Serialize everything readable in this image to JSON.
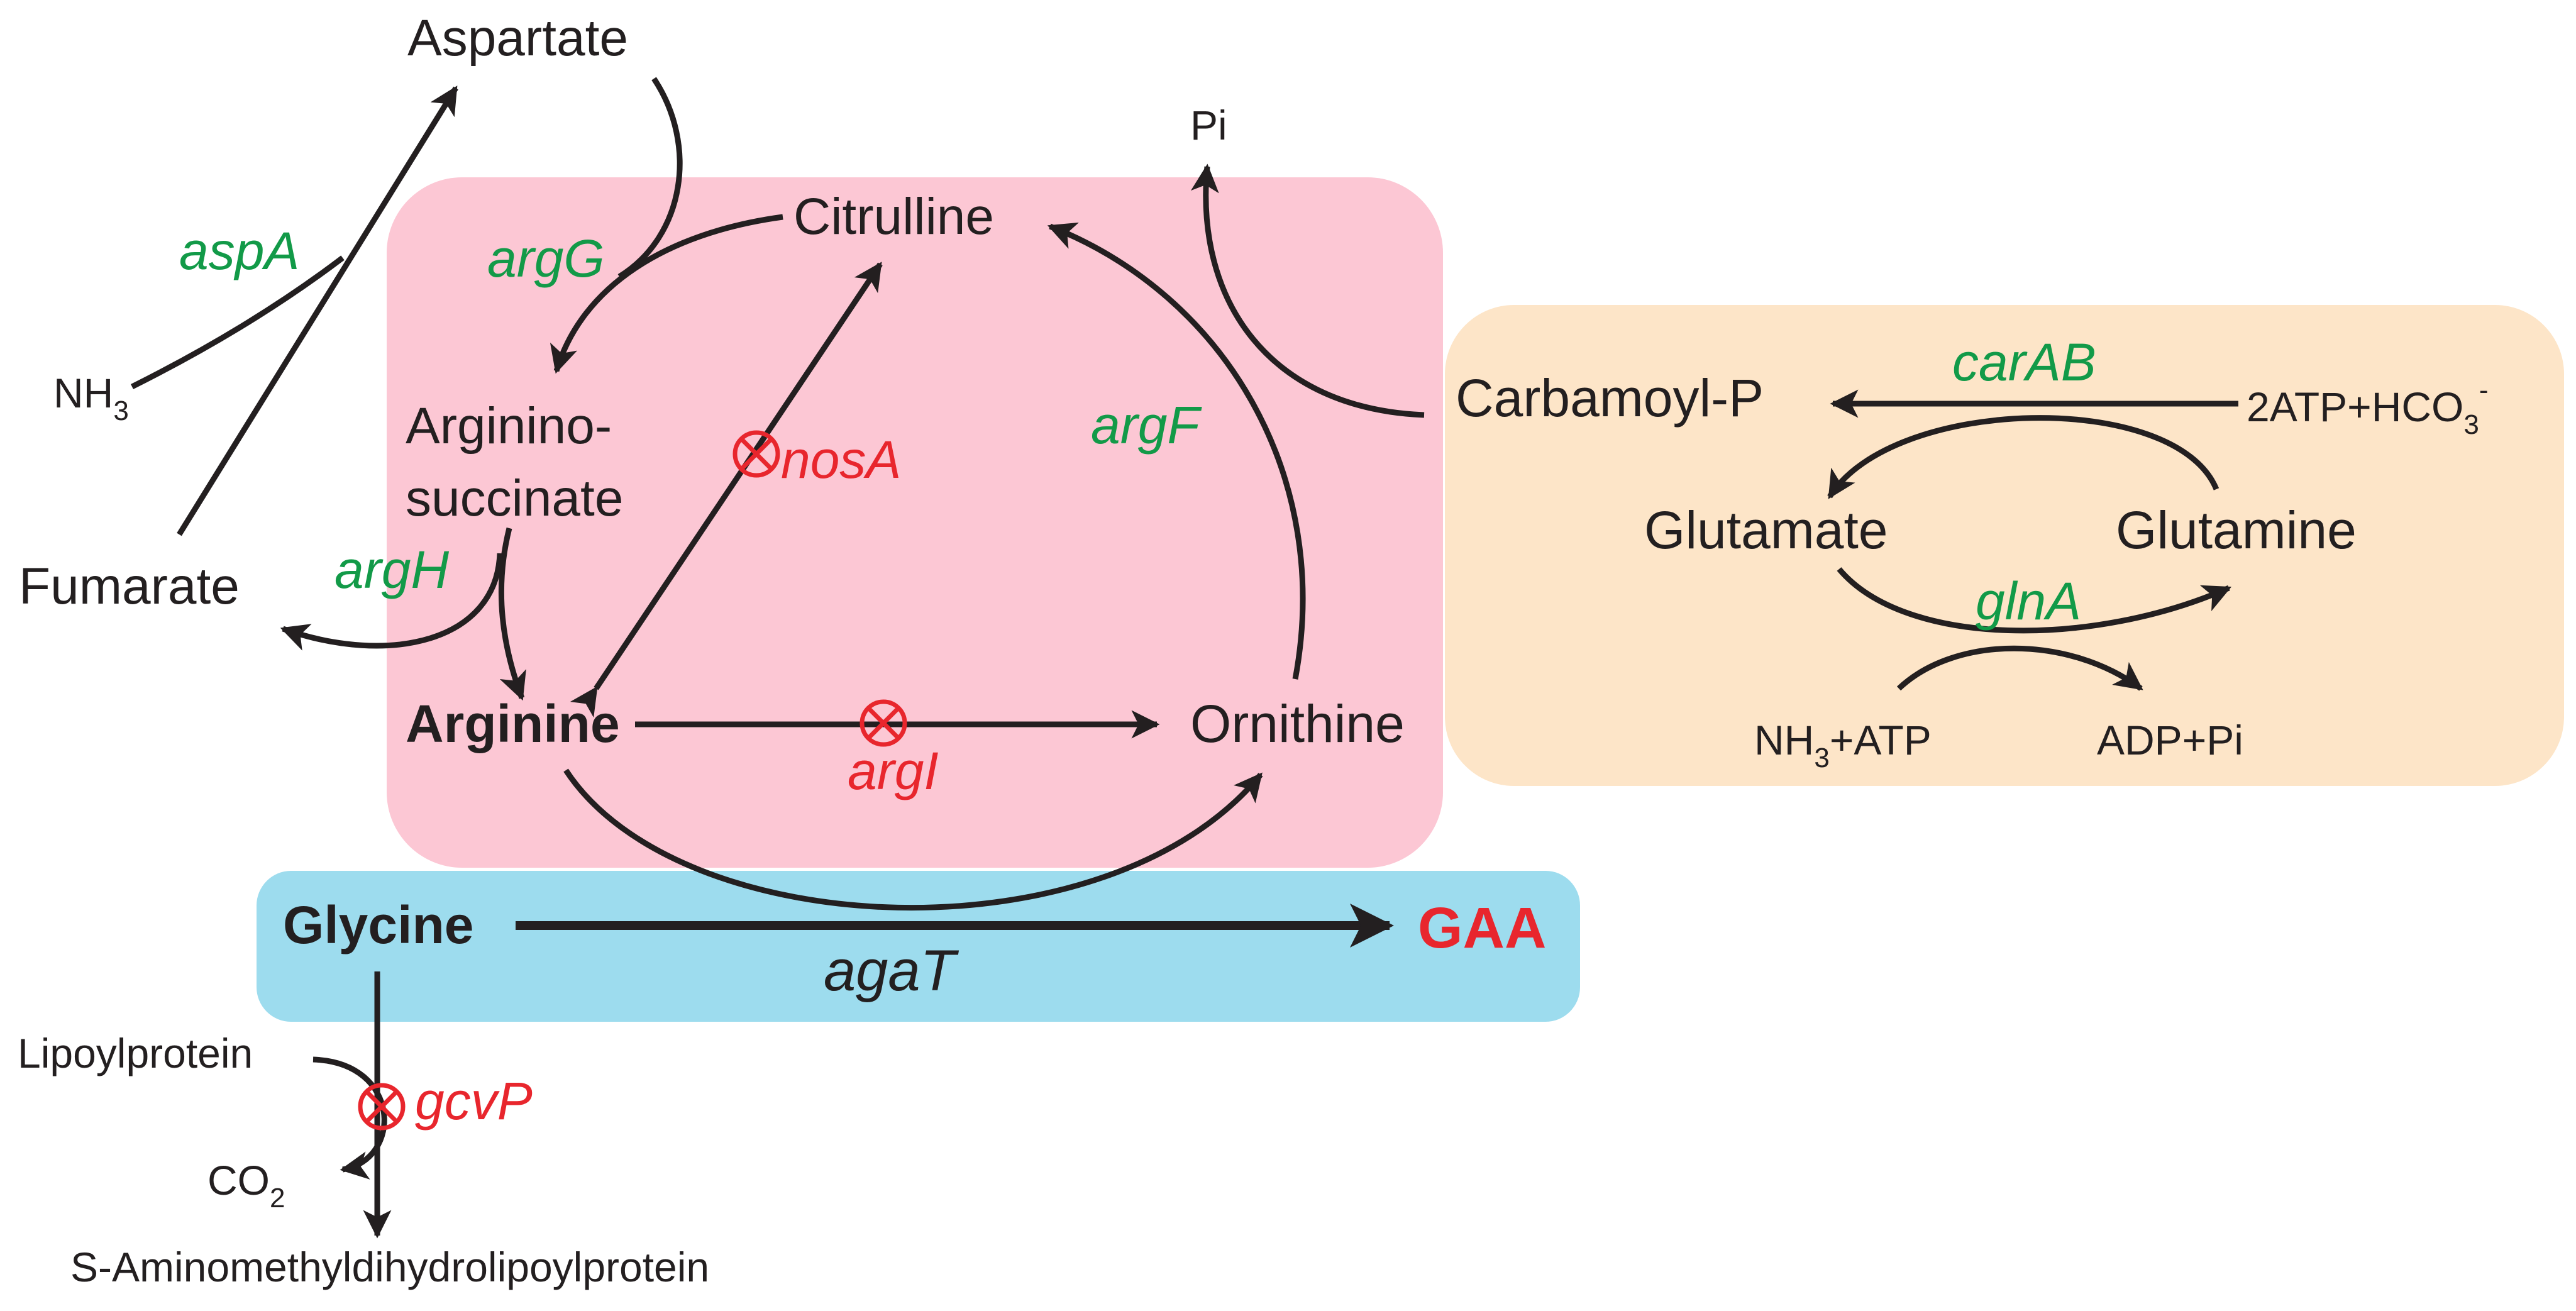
{
  "colors": {
    "text": "#231f20",
    "enzyme_green": "#129a48",
    "knockout_red": "#e8262d",
    "urea_cycle_box": "#fcc7d4",
    "carbamoyl_box": "#fde5c8",
    "glycine_box": "#9ddcee"
  },
  "metabolites": {
    "aspartate": "Aspartate",
    "nh3": "NH",
    "nh3_sub": "3",
    "fumarate": "Fumarate",
    "citrulline": "Citrulline",
    "argininosuccinate_1": "Arginino-",
    "argininosuccinate_2": "succinate",
    "arginine": "Arginine",
    "ornithine": "Ornithine",
    "pi": "Pi",
    "carbamoyl_p": "Carbamoyl-P",
    "atp_hco3_main": "2ATP+HCO",
    "atp_hco3_sub": "3",
    "atp_hco3_sup": "-",
    "glutamate": "Glutamate",
    "glutamine": "Glutamine",
    "nh3_atp_1": "NH",
    "nh3_atp_sub": "3",
    "nh3_atp_2": "+ATP",
    "adp_pi": "ADP+Pi",
    "glycine": "Glycine",
    "gaa": "GAA",
    "lipoylprotein": "Lipoylprotein",
    "co2": "CO",
    "co2_sub": "2",
    "s_amino": "S-Aminomethyldihydrolipoylprotein"
  },
  "enzymes": {
    "aspA": "aspA",
    "argG": "argG",
    "argH": "argH",
    "argF": "argF",
    "carAB": "carAB",
    "glnA": "glnA",
    "agaT": "agaT",
    "nosA": "nosA",
    "argI": "argI",
    "gcvP": "gcvP"
  },
  "knockout_icon": "circled-x-icon"
}
